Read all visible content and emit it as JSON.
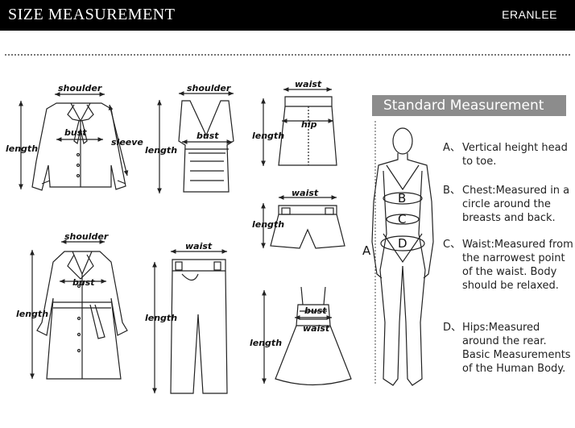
{
  "header": {
    "title": "SIZE MEASUREMENT",
    "brand": "ERANLEE"
  },
  "garments": {
    "shirt": {
      "top": "shoulder",
      "chest": "bust",
      "side": "length",
      "arm": "sleeve"
    },
    "vest": {
      "top": "shoulder",
      "chest": "bust",
      "side": "length"
    },
    "skirt": {
      "top": "waist",
      "middle": "hip",
      "side": "length"
    },
    "shorts": {
      "top": "waist",
      "side": "length"
    },
    "coat": {
      "top": "shoulder",
      "chest": "bust",
      "side": "length"
    },
    "pants": {
      "top": "waist",
      "side": "length"
    },
    "dress": {
      "top": "bust",
      "middle": "waist",
      "side": "length"
    }
  },
  "figure": {
    "heading": "Standard Measurement",
    "height_marker": "A",
    "markers": [
      "B",
      "C",
      "D"
    ]
  },
  "legend": [
    {
      "letter": "A、",
      "text": "Vertical height head to toe."
    },
    {
      "letter": "B、",
      "text": "Chest:Measured in a circle around the breasts and back."
    },
    {
      "letter": "C、",
      "text": "Waist:Measured from the narrowest point of the waist. Body should be relaxed."
    },
    {
      "letter": "D、",
      "text": "Hips:Measured around the rear. Basic Measurements of the Human Body."
    }
  ]
}
